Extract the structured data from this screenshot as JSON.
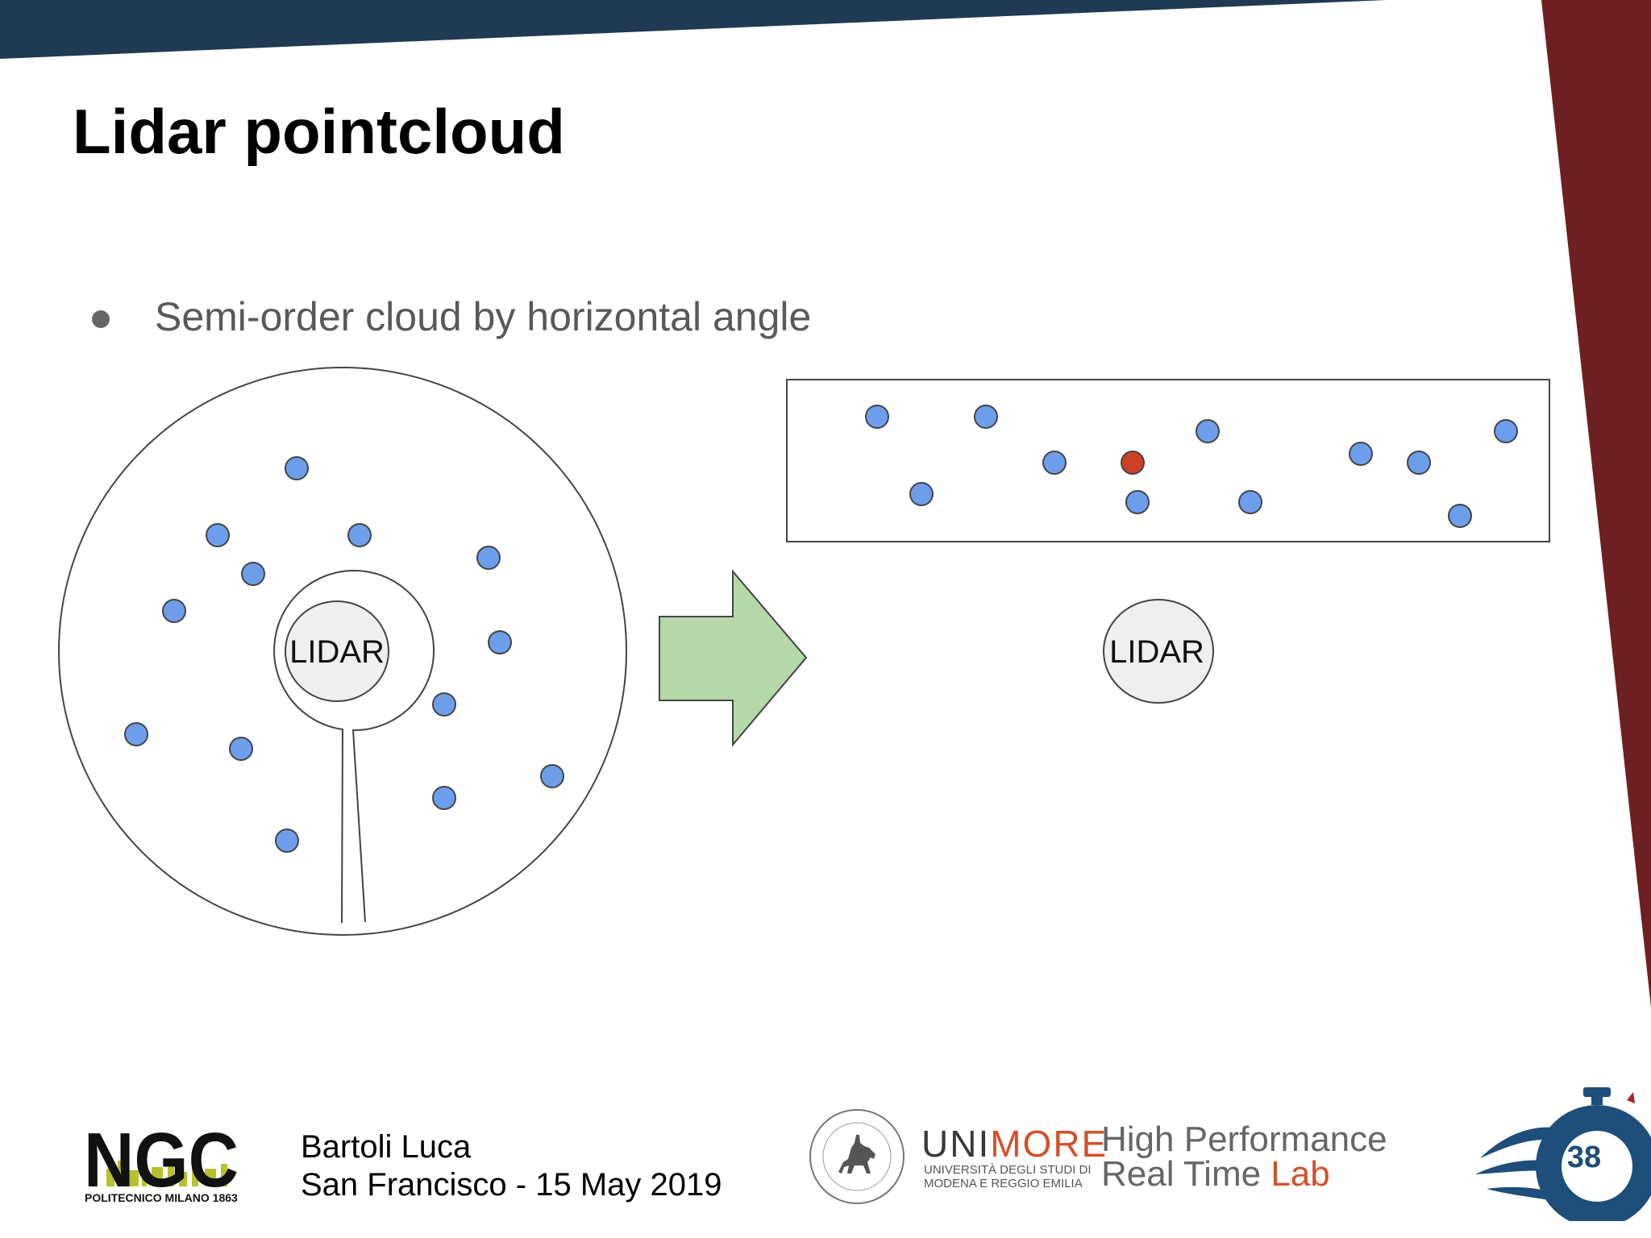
{
  "slide": {
    "title": "Lidar pointcloud",
    "bullet": "Semi-order cloud by horizontal angle",
    "page_number": "38"
  },
  "diagram": {
    "left_label": "LIDAR",
    "right_label": "LIDAR",
    "colors": {
      "point": "#6d9eeb",
      "highlight_point": "#cc4125",
      "arrow": "#b6d7a8",
      "lidar_fill": "#efefef",
      "outline": "#444444"
    }
  },
  "footer": {
    "author": "Bartoli Luca",
    "event": "San Francisco - 15 May 2019",
    "ngc_logo_text": "NGC",
    "ngc_subtitle": "POLITECNICO MILANO 1863",
    "unimore_uni": "UNI",
    "unimore_more": "MORE",
    "unimore_line1": "UNIVERSITÀ DEGLI STUDI DI",
    "unimore_line2": "MODENA E REGGIO EMILIA",
    "lab_line1": "High Performance",
    "lab_line2_prefix": "Real Time ",
    "lab_line2_suffix": "Lab"
  },
  "theme": {
    "top_band": "#1f3a52",
    "side_band": "#6e1f22"
  }
}
